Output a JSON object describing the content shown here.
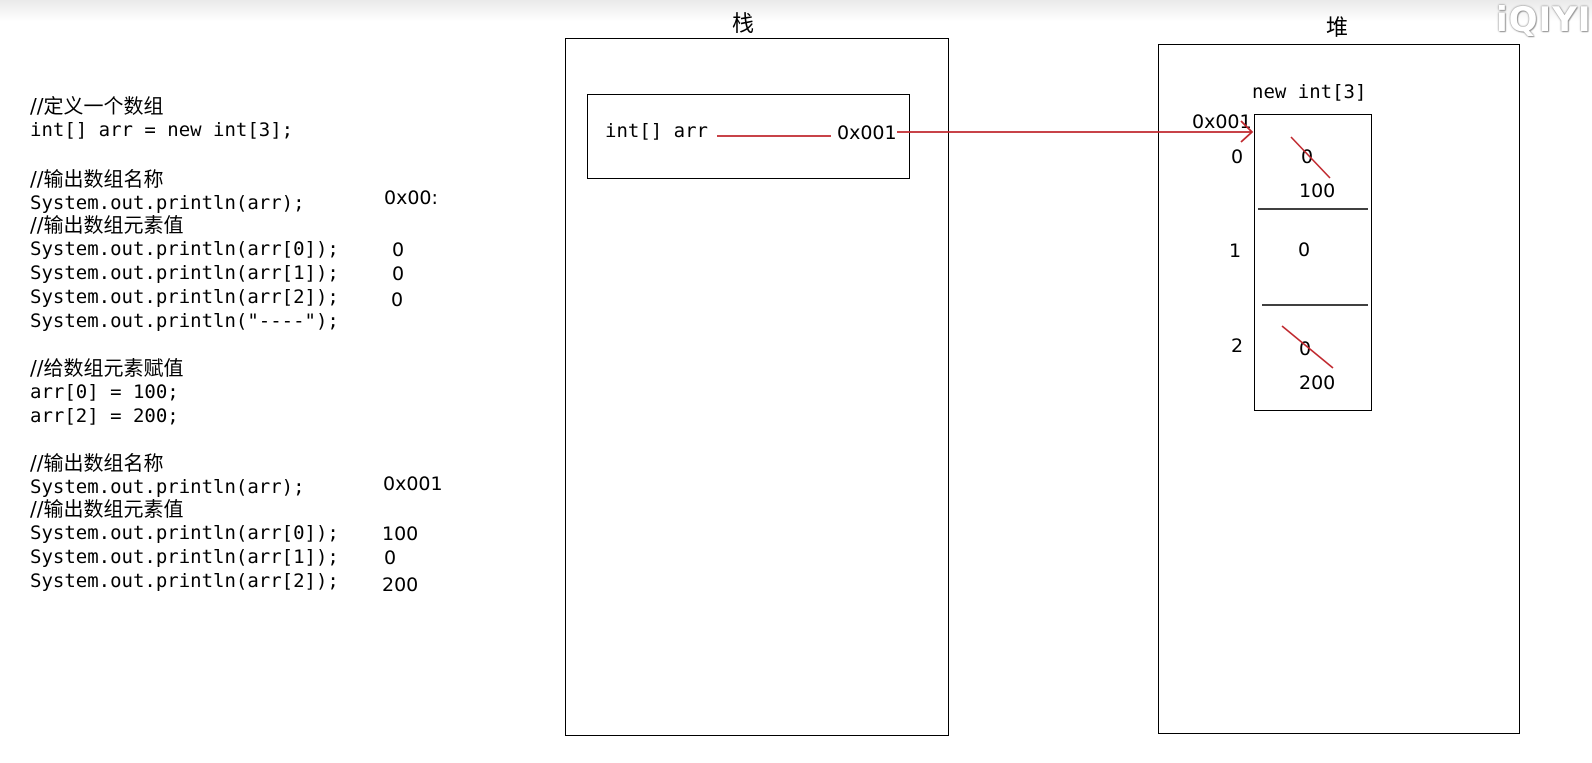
{
  "code_lines": {
    "c1": "//定义一个数组",
    "l1": "int[] arr = new int[3];",
    "c2": "//输出数组名称",
    "l2": "System.out.println(arr);",
    "c3": "//输出数组元素值",
    "l3": "System.out.println(arr[0]);",
    "l4": "System.out.println(arr[1]);",
    "l5": "System.out.println(arr[2]);",
    "l6": "System.out.println(\"----\");",
    "c4": "//给数组元素赋值",
    "l7": "arr[0] = 100;",
    "l8": "arr[2] = 200;",
    "c5": "//输出数组名称",
    "l9": "System.out.println(arr);",
    "c6": "//输出数组元素值",
    "l10": "System.out.println(arr[0]);",
    "l11": "System.out.println(arr[1]);",
    "l12": "System.out.println(arr[2]);"
  },
  "outputs": {
    "o1": "0x00:",
    "o2": "0",
    "o3": "0",
    "o4": "0",
    "o5": "0x001",
    "o6": "100",
    "o7": "0",
    "o8": "200"
  },
  "stack": {
    "title": "栈",
    "var_label": "int[] arr",
    "address": "0x001"
  },
  "heap": {
    "title": "堆",
    "array_label": "new int[3]",
    "address": "0x001",
    "indices": [
      "0",
      "1",
      "2"
    ],
    "cells": [
      {
        "old": "0",
        "new": "100"
      },
      {
        "old": "0",
        "new": ""
      },
      {
        "old": "0",
        "new": "200"
      }
    ]
  },
  "watermark": "iQIYI",
  "colors": {
    "arrow": "#c0282e",
    "strike": "#c0282e"
  }
}
